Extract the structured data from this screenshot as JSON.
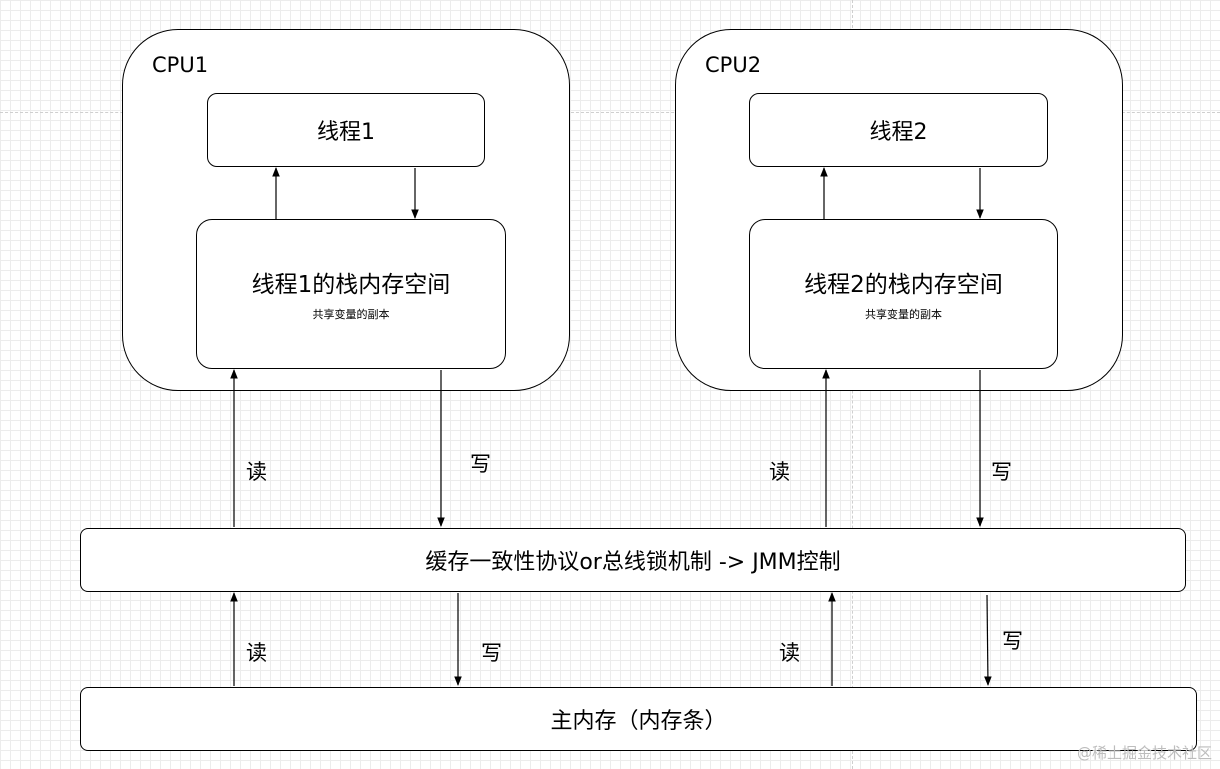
{
  "cpu1": {
    "label": "CPU1",
    "thread": "线程1",
    "stack_title": "线程1的栈内存空间",
    "stack_sub": "共享变量的副本"
  },
  "cpu2": {
    "label": "CPU2",
    "thread": "线程2",
    "stack_title": "线程2的栈内存空间",
    "stack_sub": "共享变量的副本"
  },
  "cache_bar": "缓存一致性协议or总线锁机制 -> JMM控制",
  "main_memory": "主内存（内存条）",
  "arrow_labels": {
    "read": "读",
    "write": "写"
  },
  "watermark": "@稀土掘金技术社区"
}
